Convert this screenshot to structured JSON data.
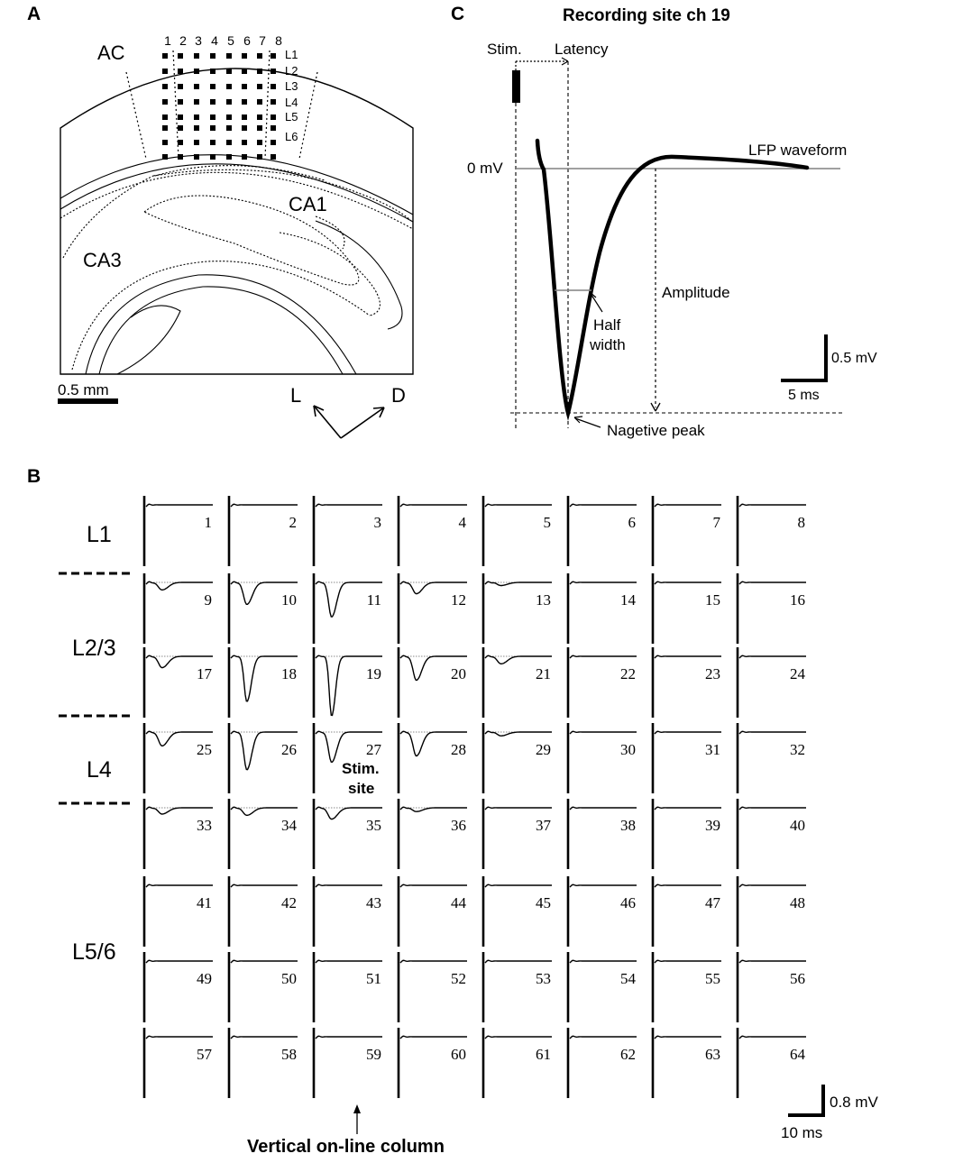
{
  "panel_labels": {
    "a": "A",
    "b": "B",
    "c": "C"
  },
  "panel_a": {
    "region_ac": "AC",
    "region_ca1": "CA1",
    "region_ca3": "CA3",
    "columns": [
      "1",
      "2",
      "3",
      "4",
      "5",
      "6",
      "7",
      "8"
    ],
    "layers": [
      "L1",
      "L2",
      "L3",
      "L4",
      "L5",
      "L6"
    ],
    "scale_label": "0.5 mm",
    "axis_l": "L",
    "axis_d": "D"
  },
  "panel_c": {
    "title": "Recording site ch 19",
    "stim_label": "Stim.",
    "latency_label": "Latency",
    "zero_label": "0 mV",
    "waveform_label": "LFP waveform",
    "amplitude_label": "Amplitude",
    "half_label": "Half",
    "width_label": "width",
    "peak_label": "Nagetive peak",
    "scale_v": "0.5 mV",
    "scale_t": "5 ms"
  },
  "panel_b": {
    "layer_labels": [
      "L1",
      "L2/3",
      "L4",
      "L5/6"
    ],
    "stim_site_line1": "Stim.",
    "stim_site_line2": "site",
    "column_label": "Vertical on-line column",
    "scale_v": "0.8 mV",
    "scale_t": "10 ms",
    "channels": [
      "1",
      "2",
      "3",
      "4",
      "5",
      "6",
      "7",
      "8",
      "9",
      "10",
      "11",
      "12",
      "13",
      "14",
      "15",
      "16",
      "17",
      "18",
      "19",
      "20",
      "21",
      "22",
      "23",
      "24",
      "25",
      "26",
      "27",
      "28",
      "29",
      "30",
      "31",
      "32",
      "33",
      "34",
      "35",
      "36",
      "37",
      "38",
      "39",
      "40",
      "41",
      "42",
      "43",
      "44",
      "45",
      "46",
      "47",
      "48",
      "49",
      "50",
      "51",
      "52",
      "53",
      "54",
      "55",
      "56",
      "57",
      "58",
      "59",
      "60",
      "61",
      "62",
      "63",
      "64"
    ],
    "trough_depths": [
      0,
      0,
      0,
      0,
      0,
      0,
      0,
      0,
      0.12,
      0.35,
      0.55,
      0.18,
      0.05,
      0,
      0,
      0,
      0.18,
      0.72,
      0.95,
      0.38,
      0.12,
      0,
      0,
      0,
      0.22,
      0.6,
      0.48,
      0.38,
      0.06,
      0,
      0,
      0,
      0.1,
      0.12,
      0.18,
      0.06,
      0,
      0,
      0,
      0,
      0,
      0,
      0,
      0,
      0,
      0,
      0,
      0,
      0,
      0,
      0,
      0,
      0,
      0,
      0,
      0,
      0,
      0,
      0,
      0,
      0,
      0,
      0,
      0
    ]
  }
}
